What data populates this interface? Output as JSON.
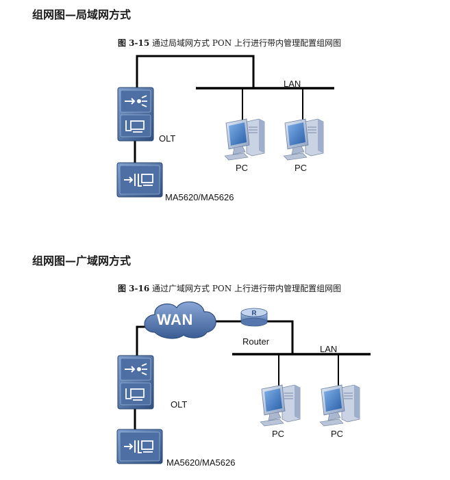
{
  "section1": {
    "title": "组网图—局域网方式",
    "figure_number": "图 3-15",
    "figure_caption": "通过局域网方式 PON 上行进行带内管理配置组网图",
    "labels": {
      "lan": "LAN",
      "olt": "OLT",
      "ma": "MA5620/MA5626",
      "pc1": "PC",
      "pc2": "PC"
    }
  },
  "section2": {
    "title": "组网图—广域网方式",
    "figure_number": "图 3-16",
    "figure_caption": "通过广域网方式 PON 上行进行带内管理配置组网图",
    "labels": {
      "wan": "WAN",
      "router": "Router",
      "lan": "LAN",
      "olt": "OLT",
      "ma": "MA5620/MA5626",
      "pc1": "PC",
      "pc2": "PC"
    }
  },
  "colors": {
    "device_blue": "#3a5a8c",
    "device_light": "#6e8fc0",
    "cloud_blue": "#4a6fa8",
    "line": "#000000"
  }
}
